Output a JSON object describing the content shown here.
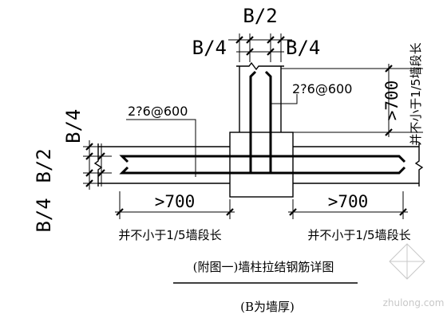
{
  "labels": {
    "column_width_half": "B/2",
    "column_offset_left": "B/4",
    "column_offset_right": "B/4",
    "wall_offset_top": "B/4",
    "wall_width_half": "B/2",
    "wall_offset_bottom": "B/4",
    "bar_spec_vertical": "2?6@600",
    "bar_spec_horizontal": "2?6@600",
    "len_vertical": ">700",
    "len_left": ">700",
    "len_right": ">700",
    "note_vertical": "并不小于1/5墙段长",
    "note_left": "并不小于1/5墙段长",
    "note_right": "并不小于1/5墙段长"
  },
  "caption": {
    "title": "(附图一)墙柱拉结钢筋详图",
    "subtitle": "(B为墙厚)"
  },
  "watermark": {
    "brand": "zhulong.com",
    "icon": "zhulong-logo-icon"
  },
  "colors": {
    "line": "#000000",
    "background": "#ffffff",
    "watermark": "#c8c8c8"
  }
}
